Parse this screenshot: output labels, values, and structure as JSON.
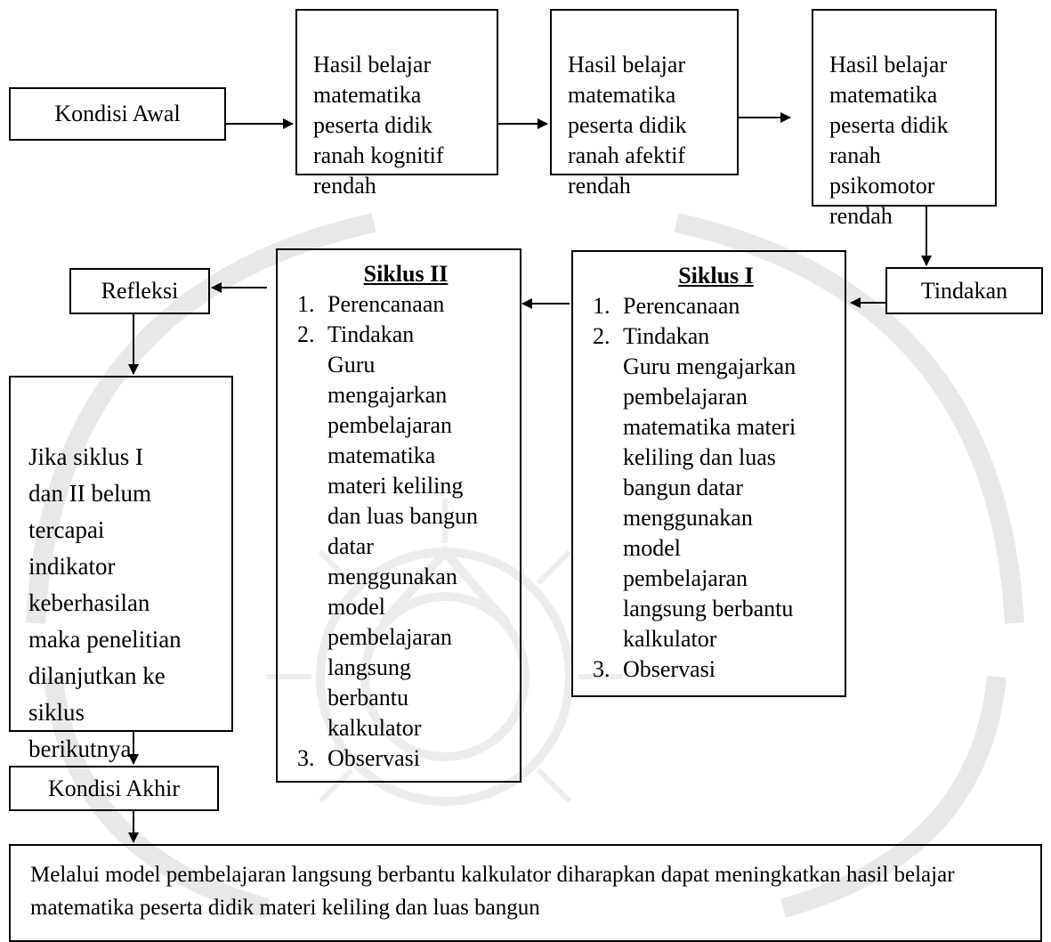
{
  "kondisi_awal": "Kondisi Awal",
  "hasil_kognitif": "Hasil belajar\nmatematika\npeserta didik\nranah kognitif\nrendah",
  "hasil_afektif": "Hasil belajar\nmatematika\npeserta didik\nranah afektif\nrendah",
  "hasil_psikomotor": "Hasil belajar\nmatematika\npeserta didik\nranah\npsikomotor\nrendah",
  "tindakan": "Tindakan",
  "siklus1": {
    "title": "Siklus I",
    "steps": [
      {
        "num": "1.",
        "label": "Perencanaan"
      },
      {
        "num": "2.",
        "label": "Tindakan"
      },
      {
        "num": "3.",
        "label": "Observasi"
      }
    ],
    "description": "Guru mengajarkan\npembelajaran\nmatematika  materi\nkeliling dan luas\nbangun datar\nmenggunakan\nmodel\npembelajaran\nlangsung berbantu\nkalkulator"
  },
  "siklus2": {
    "title": "Siklus II",
    "steps": [
      {
        "num": "1.",
        "label": "Perencanaan"
      },
      {
        "num": "2.",
        "label": "Tindakan"
      },
      {
        "num": "3.",
        "label": "Observasi"
      }
    ],
    "description": "Guru\nmengajarkan\npembelajaran\nmatematika\nmateri keliling\ndan luas bangun\ndatar\nmenggunakan\nmodel\npembelajaran\nlangsung\nberbantu\nkalkulator"
  },
  "refleksi": "Refleksi",
  "jika": "Jika  siklus I\ndan II belum\ntercapai\nindikator\nkeberhasilan\nmaka penelitian\ndilanjutkan ke\nsiklus\nberikutnya",
  "kondisi_akhir": "Kondisi Akhir",
  "kesimpulan": "Melalui model pembelajaran langsung berbantu kalkulator diharapkan dapat meningkatkan hasil belajar matematika peserta didik materi keliling dan luas bangun",
  "colors": {
    "stroke": "#000000",
    "watermark": "#e6e6e6"
  }
}
